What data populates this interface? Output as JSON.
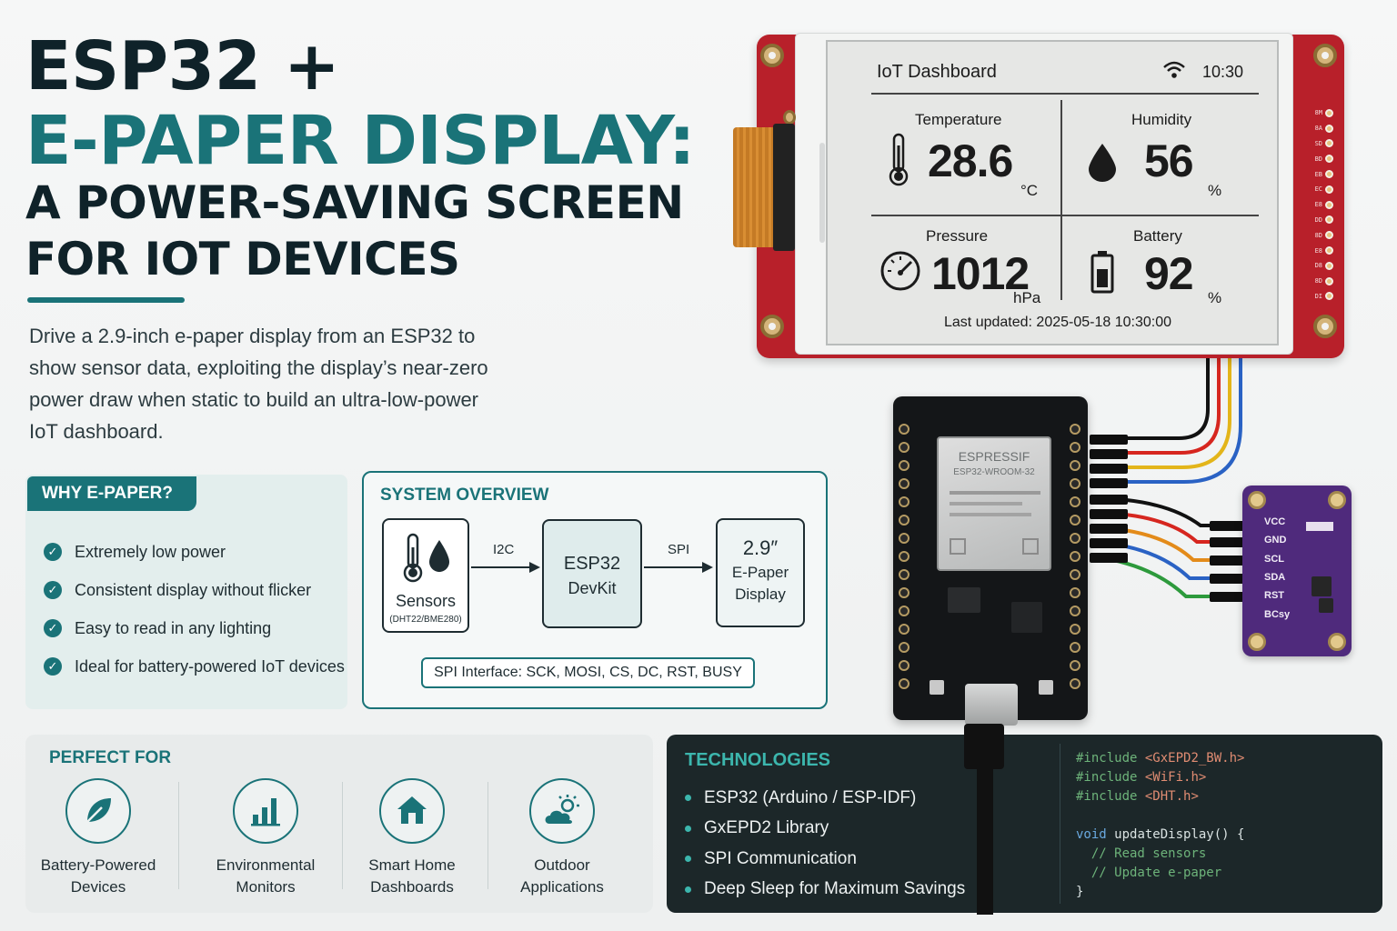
{
  "title": {
    "line1": "ESP32 +",
    "line2": "E-PAPER DISPLAY:",
    "line3": "A POWER-SAVING SCREEN",
    "line4": "FOR IOT DEVICES"
  },
  "intro": "Drive a 2.9-inch e-paper display from an ESP32 to show sensor data, exploiting the display’s near-zero power draw when static to build an ultra-low-power IoT dashboard.",
  "why": {
    "tag": "WHY E-PAPER?",
    "items": [
      "Extremely low power",
      "Consistent display without flicker",
      "Easy to read in any lighting",
      "Ideal for battery-powered IoT devices"
    ]
  },
  "system": {
    "title": "SYSTEM OVERVIEW",
    "sensors_label": "Sensors",
    "sensors_sub": "(DHT22/BME280)",
    "arrow1": "I2C",
    "esp_line1": "ESP32",
    "esp_line2": "DevKit",
    "arrow2": "SPI",
    "display_line1": "2.9″",
    "display_line2": "E-Paper",
    "display_line3": "Display",
    "spi_interface": "SPI Interface: SCK, MOSI, CS, DC, RST, BUSY"
  },
  "perfect": {
    "title": "PERFECT FOR",
    "items": [
      {
        "line1": "Battery-Powered",
        "line2": "Devices",
        "icon": "leaf-icon"
      },
      {
        "line1": "Environmental",
        "line2": "Monitors",
        "icon": "bar-chart-icon"
      },
      {
        "line1": "Smart Home",
        "line2": "Dashboards",
        "icon": "house-icon"
      },
      {
        "line1": "Outdoor",
        "line2": "Applications",
        "icon": "sun-cloud-icon"
      }
    ]
  },
  "tech": {
    "title": "TECHNOLOGIES",
    "items": [
      "ESP32 (Arduino / ESP-IDF)",
      "GxEPD2 Library",
      "SPI Communication",
      "Deep Sleep for Maximum Savings"
    ],
    "code": {
      "inc": "#include",
      "h1": "<GxEPD2_BW.h>",
      "h2": "<WiFi.h>",
      "h3": "<DHT.h>",
      "void": "void",
      "fn": "updateDisplay() {",
      "c1": "// Read sensors",
      "c2": "// Update e-paper",
      "close": "}"
    }
  },
  "epaper": {
    "title": "IoT Dashboard",
    "time": "10:30",
    "temperature": {
      "label": "Temperature",
      "value": "28.6",
      "unit": "°C"
    },
    "humidity": {
      "label": "Humidity",
      "value": "56",
      "unit": "%"
    },
    "pressure": {
      "label": "Pressure",
      "value": "1012",
      "unit": "hPa"
    },
    "battery": {
      "label": "Battery",
      "value": "92",
      "unit": "%"
    },
    "updated_label": "Last updated:",
    "updated_value": "2025-05-18 10:30:00"
  },
  "module": {
    "brand": "ESPRESSIF",
    "model": "ESP32-WROOM-32"
  },
  "sensor_board": {
    "pins": [
      "VCC",
      "GND",
      "SCL",
      "SDA",
      "RST",
      "BCsy"
    ]
  },
  "colors": {
    "accent": "#1a7378",
    "title_dark": "#0f2229",
    "tech_bg": "#1c2729",
    "pcb_red": "#b8202a",
    "sensor_purple": "#4f2a7c"
  }
}
